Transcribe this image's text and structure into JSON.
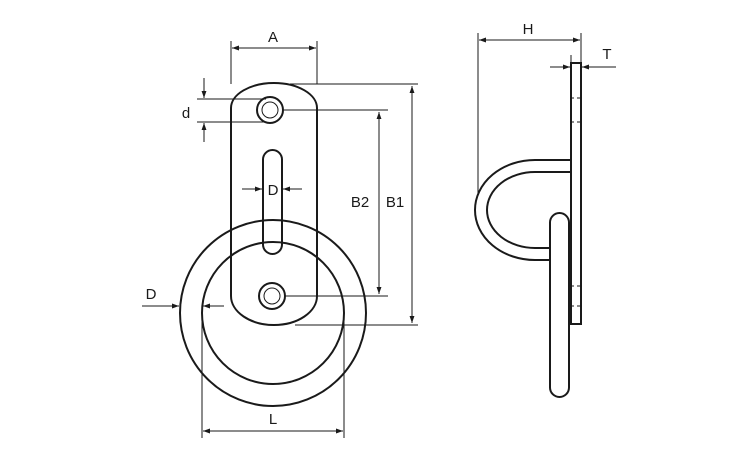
{
  "labels": {
    "A": "A",
    "d": "d",
    "D_slot": "D",
    "B2": "B2",
    "B1": "B1",
    "D_ring": "D",
    "L": "L",
    "H": "H",
    "T": "T"
  },
  "colors": {
    "line": "#1a1a1a",
    "background": "#ffffff"
  }
}
